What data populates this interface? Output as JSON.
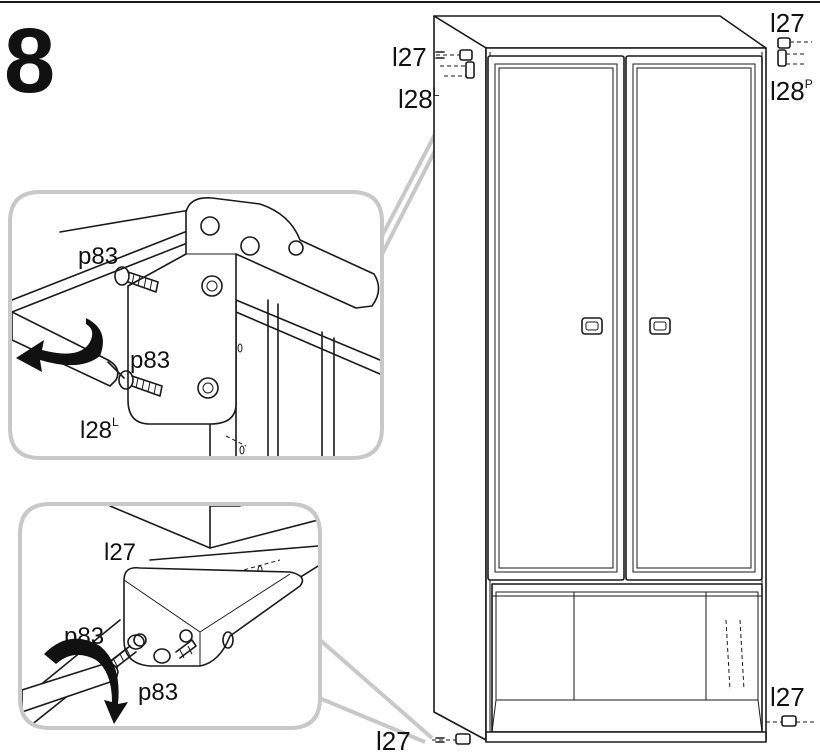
{
  "step_number": "8",
  "labels": {
    "top_left_bracket": "l27",
    "top_left_bracket_side": "l28",
    "top_left_bracket_side_sup": "L",
    "top_right_bracket": "l27",
    "top_right_bracket_side": "l28",
    "top_right_bracket_side_sup": "P",
    "bottom_left_bracket": "l27",
    "bottom_right_bracket": "l27",
    "detail1_screw_top": "p83",
    "detail1_screw_bottom": "p83",
    "detail1_bracket": "l28",
    "detail1_bracket_sup": "L",
    "detail2_bracket": "l27",
    "detail2_screw_left": "p83",
    "detail2_screw_right": "p83"
  },
  "colors": {
    "line": "#1a1a1a",
    "callout_border": "#c8c8c8",
    "background": "#ffffff"
  }
}
